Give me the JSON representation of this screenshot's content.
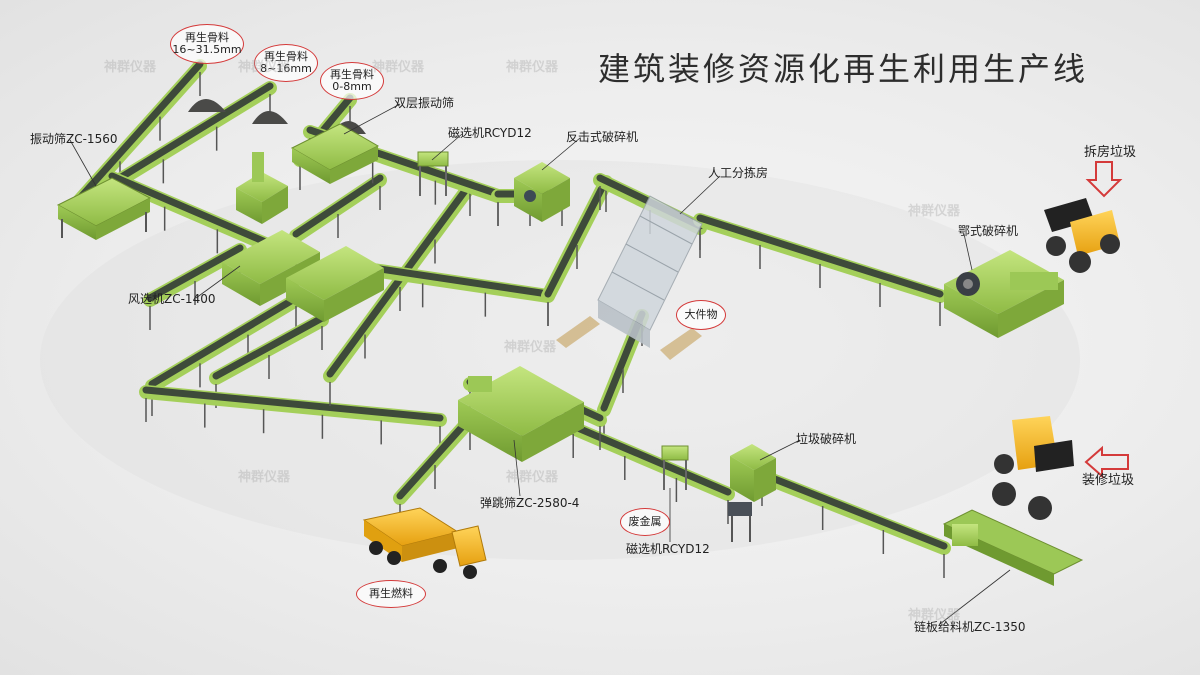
{
  "title": "建筑装修资源化再生利用生产线",
  "labels": {
    "screen_1560": "振动筛ZC-1560",
    "double_screen": "双层振动筛",
    "magnet_1": "磁选机RCYD12",
    "impact_crusher": "反击式破碎机",
    "sorting_room": "人工分拣房",
    "demolition_waste": "拆房垃圾",
    "jaw_crusher": "鄂式破碎机",
    "air_separator": "风选机ZC-1400",
    "garbage_crusher": "垃圾破碎机",
    "decoration_waste": "装修垃圾",
    "bounce_screen": "弹跳筛ZC-2580-4",
    "magnet_2": "磁选机RCYD12",
    "chain_feeder": "链板给料机ZC-1350"
  },
  "bubbles": {
    "agg_coarse": [
      "再生骨料",
      "16~31.5mm"
    ],
    "agg_mid": [
      "再生骨料",
      "8~16mm"
    ],
    "agg_fine": [
      "再生骨料",
      "0-8mm"
    ],
    "bulky": [
      "大件物"
    ],
    "scrap_metal": [
      "废金属"
    ],
    "fuel": [
      "再生燃料"
    ]
  },
  "watermark": "神群仪器",
  "colors": {
    "machine_green": "#a4cf5a",
    "belt_dark": "#3e4a3a",
    "callout_red": "#d43a3a",
    "arrow_red": "#d43a3a",
    "truck_yellow": "#f0b020",
    "loader_yellow": "#f2b21a"
  },
  "icons": {
    "loader_top": "wheel-loader",
    "loader_bottom": "wheel-loader",
    "truck": "dump-truck"
  }
}
